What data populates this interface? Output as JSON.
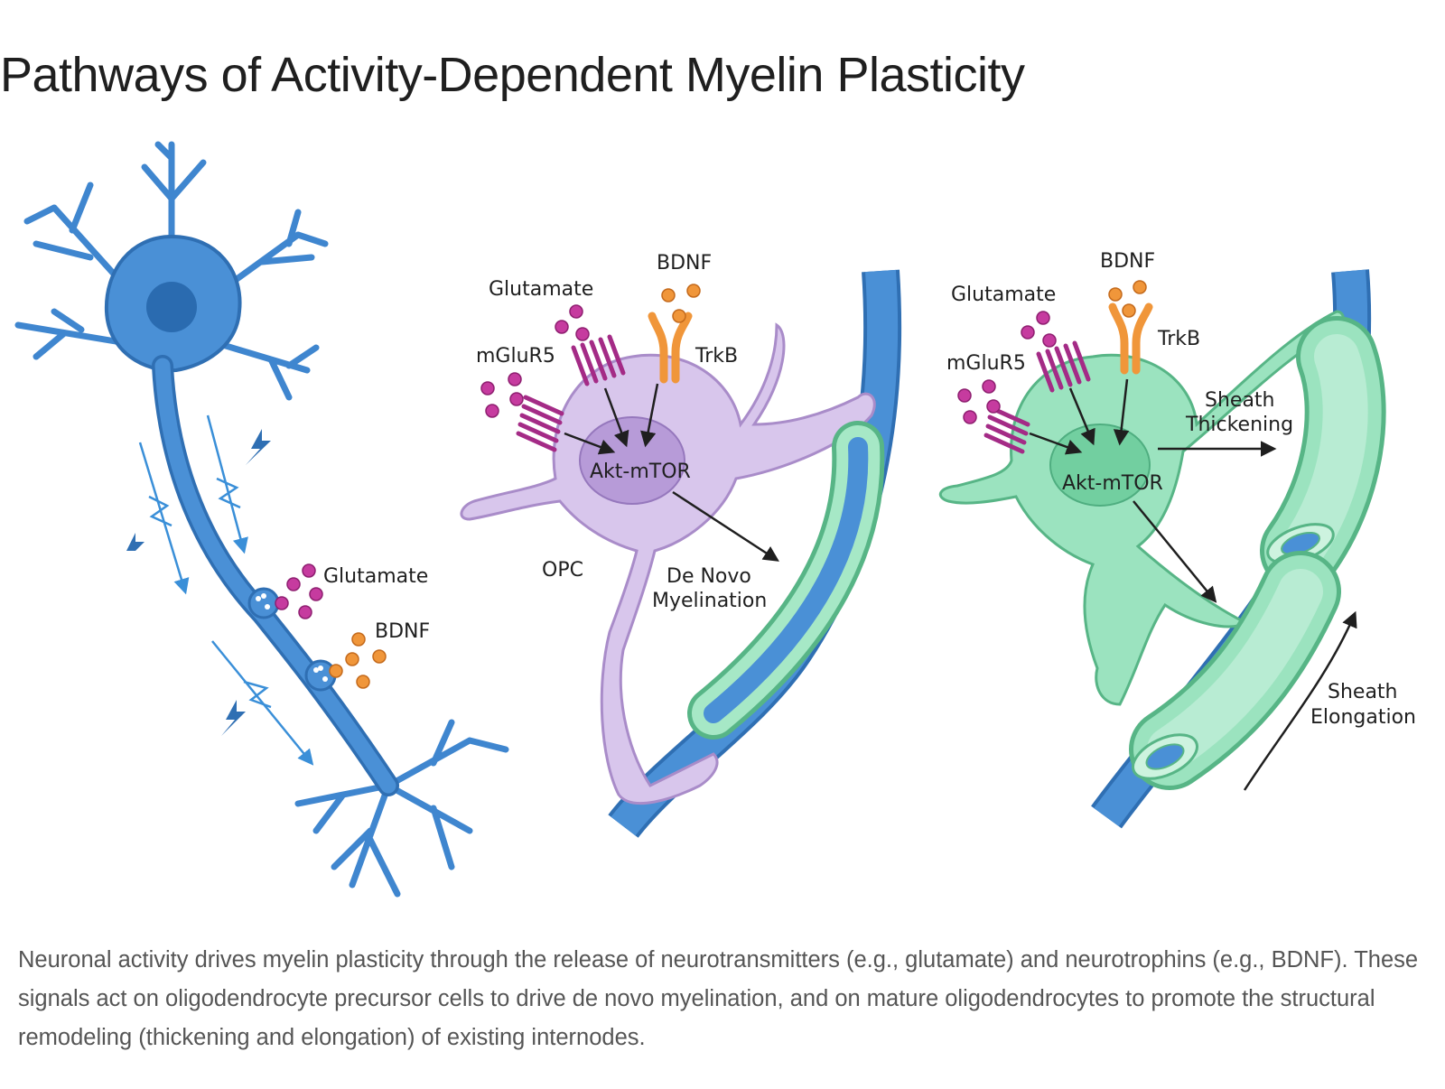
{
  "title": "Pathways of Activity-Dependent Myelin Plasticity",
  "caption": "Neuronal activity drives myelin plasticity through the release of neurotransmitters (e.g., glutamate) and neurotrophins (e.g., BDNF). These signals act on oligodendrocyte precursor cells to drive de novo myelination, and on mature oligodendrocytes to promote the structural remodeling (thickening and elongation) of existing internodes.",
  "neuron": {
    "glutamate": "Glutamate",
    "bdnf": "BDNF"
  },
  "opc": {
    "glutamate": "Glutamate",
    "bdnf": "BDNF",
    "mglur5": "mGluR5",
    "trkb": "TrkB",
    "akt": "Akt-mTOR",
    "cell": "OPC",
    "outcome_line1": "De Novo",
    "outcome_line2": "Myelination"
  },
  "mature": {
    "glutamate": "Glutamate",
    "bdnf": "BDNF",
    "mglur5": "mGluR5",
    "trkb": "TrkB",
    "akt": "Akt-mTOR",
    "thick_line1": "Sheath",
    "thick_line2": "Thickening",
    "elong_line1": "Sheath",
    "elong_line2": "Elongation"
  },
  "colors": {
    "neuron": "#4a90d6",
    "neuron_dark": "#2f6fb3",
    "opc": "#d8c6ec",
    "opc_dark": "#a98cc9",
    "mature": "#9be3bf",
    "mature_dark": "#57b586",
    "glutamate": "#c63b9f",
    "bdnf": "#f0963a"
  }
}
